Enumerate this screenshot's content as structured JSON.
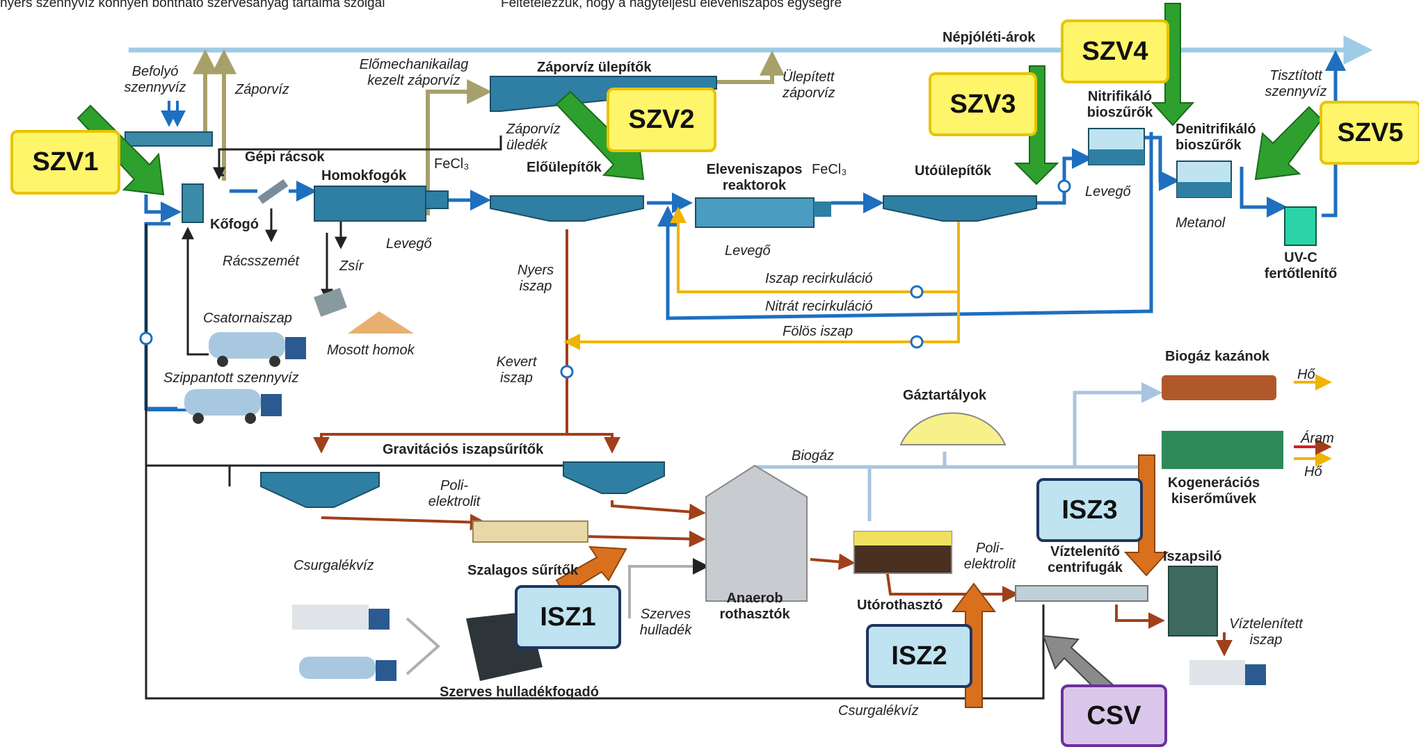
{
  "top_text": {
    "left": "nyers szennyvíz könnyen bontható szervesanyag tartalma szolgál",
    "right": "Feltételezzük, hogy a nagyteljesű eleveniszapos egységre"
  },
  "labels": {
    "nepjoleti_arok": "Népjóléti-árok",
    "befolyo": "Befolyó szennyvíz",
    "zaporviz": "Záporvíz",
    "elomechanikailag": "Előmechanikailag kezelt záporvíz",
    "zaporviz_ulepitok": "Záporvíz ülepítők",
    "ulepitett_zaporviz": "Ülepített záporvíz",
    "zaporviz_uledek": "Záporvíz üledék",
    "gepi_racsok": "Gépi rácsok",
    "homokfogok": "Homokfogók",
    "fecl3_1": "FeCl₃",
    "elo_ulepitok": "Előülepítők",
    "eleveniszapos": "Eleveniszapos reaktorok",
    "fecl3_2": "FeCl₃",
    "utoulepitok": "Utóülepítők",
    "nitrifikalo": "Nitrifikáló bioszűrők",
    "denitrifikalo": "Denitrifikáló bioszűrők",
    "tisztitott": "Tisztított szennyvíz",
    "kofogo": "Kőfogó",
    "racsszemet": "Rácsszemét",
    "zsir": "Zsír",
    "levego_1": "Levegő",
    "levego_2": "Levegő",
    "levego_3": "Levegő",
    "metanol": "Metanol",
    "uvc": "UV-C fertőtlenítő",
    "csatornaiszap": "Csatornaiszap",
    "mosott_homok": "Mosott homok",
    "nyers_iszap": "Nyers iszap",
    "iszap_recirk": "Iszap recirkuláció",
    "nitrat_recirk": "Nitrát recirkuláció",
    "folos_iszap": "Fölös iszap",
    "szippantott": "Szippantott szennyvíz",
    "kevert_iszap": "Kevert iszap",
    "gravitacios": "Gravitációs iszapsűrítők",
    "gaztartalyok": "Gáztartályok",
    "biogaz_kazanok": "Biogáz kazánok",
    "ho_1": "Hő",
    "aram": "Áram",
    "ho_2": "Hő",
    "kogeneracios": "Kogenerációs kiserőművek",
    "biogaz": "Biogáz",
    "polielektrolit_1": "Poli-elektrolit",
    "polielektrolit_2": "Poli-elektrolit",
    "csurgalekviz_1": "Csurgalékvíz",
    "csurgalekviz_2": "Csurgalékvíz",
    "szalagos": "Szalagos sűrítők",
    "anaerob": "Anaerob rothasztók",
    "utorothaszto": "Utórothasztó",
    "viztelenito": "Víztelenítő centrifugák",
    "iszapsilo": "Iszapsiló",
    "viztelenitett": "Víztelenített iszap",
    "szerves_hulladek": "Szerves hulladék",
    "szerves_fogado": "Szerves hulladékfogadó"
  },
  "tags": {
    "szv1": "SZV1",
    "szv2": "SZV2",
    "szv3": "SZV3",
    "szv4": "SZV4",
    "szv5": "SZV5",
    "isz1": "ISZ1",
    "isz2": "ISZ2",
    "isz3": "ISZ3",
    "csv": "CSV"
  },
  "colors": {
    "water": "#1e6fbf",
    "light_water": "#9ecbe6",
    "storm": "#a8a06a",
    "sludge": "#a0401a",
    "recirc": "#f0b400",
    "green_arrow": "#2ea02e",
    "orange_arrow": "#d9701e",
    "gray_arrow": "#8a8a8a",
    "gas": "#a8c4e0"
  }
}
